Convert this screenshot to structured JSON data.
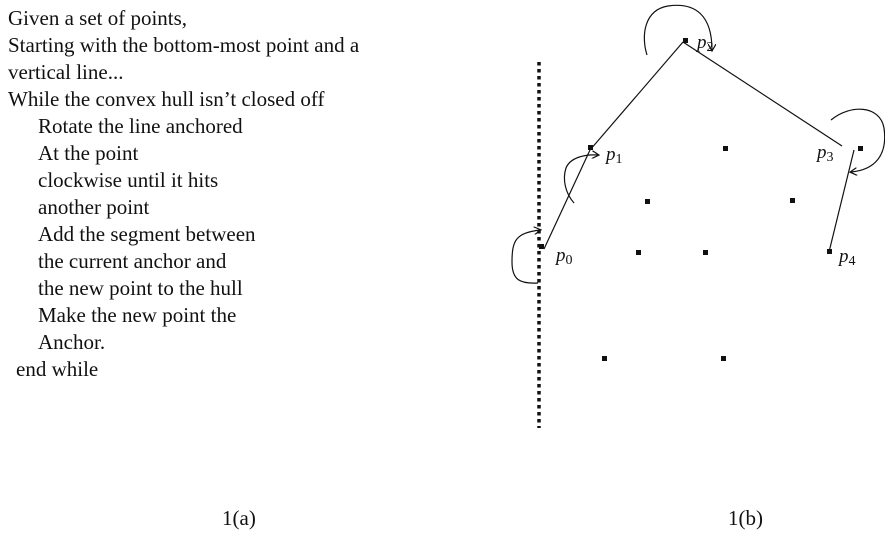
{
  "algorithm": {
    "lines": [
      "Given a set of points,",
      "Starting with the bottom-most point and a",
      "vertical line...",
      "While the convex hull isn’t closed off",
      "Rotate the line anchored",
      "At the point",
      "clockwise until  it hits",
      "another point",
      "Add the segment between",
      "the current anchor and",
      "the new point to the hull",
      "Make the new point the",
      "Anchor.",
      "end while"
    ]
  },
  "captions": {
    "a": "1(a)",
    "b": "1(b)"
  },
  "diagram": {
    "labels": {
      "p0": {
        "letter": "p",
        "sub": "0"
      },
      "p1": {
        "letter": "p",
        "sub": "1"
      },
      "p2": {
        "letter": "p",
        "sub": "2"
      },
      "p3": {
        "letter": "p",
        "sub": "3"
      },
      "p4": {
        "letter": "p",
        "sub": "4"
      }
    },
    "colors": {
      "ink": "#111111"
    }
  }
}
